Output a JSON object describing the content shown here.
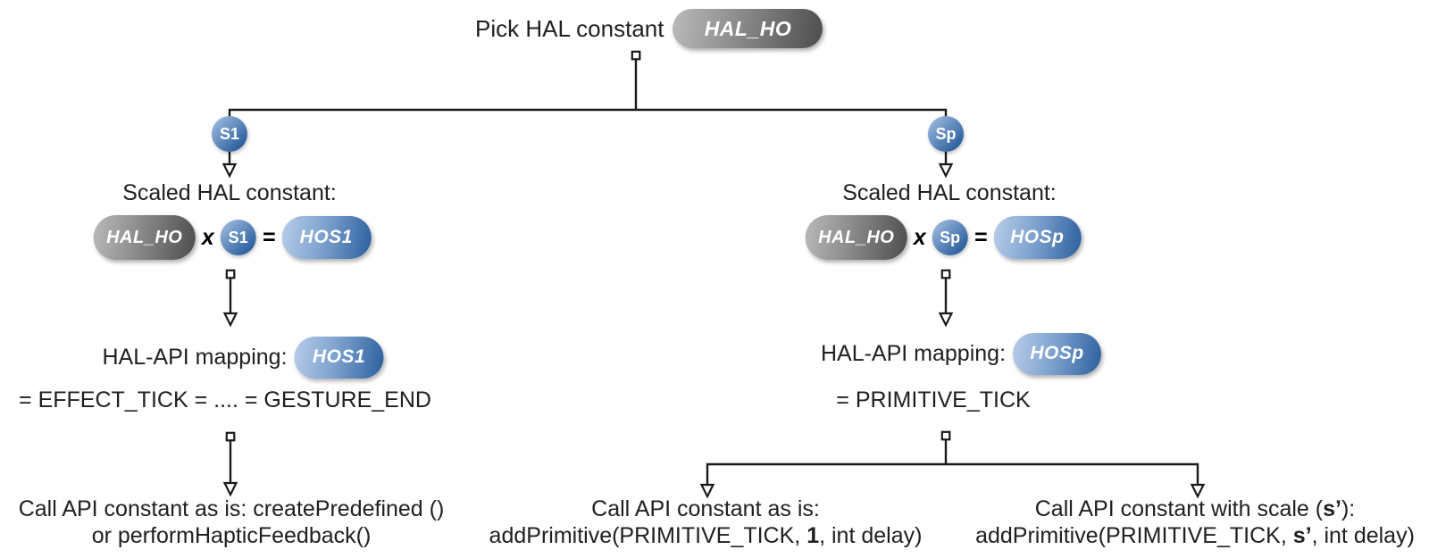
{
  "colors": {
    "gray_light": "#bababa",
    "gray_dark": "#4d4d4d",
    "blue_light": "#b9cde9",
    "blue_dark": "#2b5f9e",
    "line": "#1a1a1a",
    "text": "#202020"
  },
  "root": {
    "label": "Pick HAL constant",
    "constant": "HAL_HO"
  },
  "left": {
    "selector": "S1",
    "scaled_title": "Scaled HAL constant:",
    "operand": "HAL_HO",
    "times": "x",
    "scale": "S1",
    "equals": "=",
    "result": "HOS1",
    "mapping_title": "HAL-API mapping:",
    "mapping_pill": "HOS1",
    "mapping_equation": "= EFFECT_TICK = .... = GESTURE_END",
    "call_line1": "Call API constant as is: createPredefined ()",
    "call_line2": "or performHapticFeedback()"
  },
  "right": {
    "selector": "Sp",
    "scaled_title": "Scaled HAL constant:",
    "operand": "HAL_HO",
    "times": "x",
    "scale": "Sp",
    "equals": "=",
    "result": "HOSp",
    "mapping_title": "HAL-API mapping:",
    "mapping_pill": "HOSp",
    "mapping_equation": "= PRIMITIVE_TICK",
    "call_as_is": {
      "line1": "Call API constant as is:",
      "line2_prefix": "addPrimitive(PRIMITIVE_TICK, ",
      "line2_bold": "1",
      "line2_suffix": ", int delay)"
    },
    "call_with_scale": {
      "line1_prefix": "Call API constant with scale (",
      "line1_bold": "s’",
      "line1_suffix": "):",
      "line2_prefix": "addPrimitive(PRIMITIVE_TICK, ",
      "line2_bold": "s’",
      "line2_suffix": ", int delay)"
    }
  }
}
